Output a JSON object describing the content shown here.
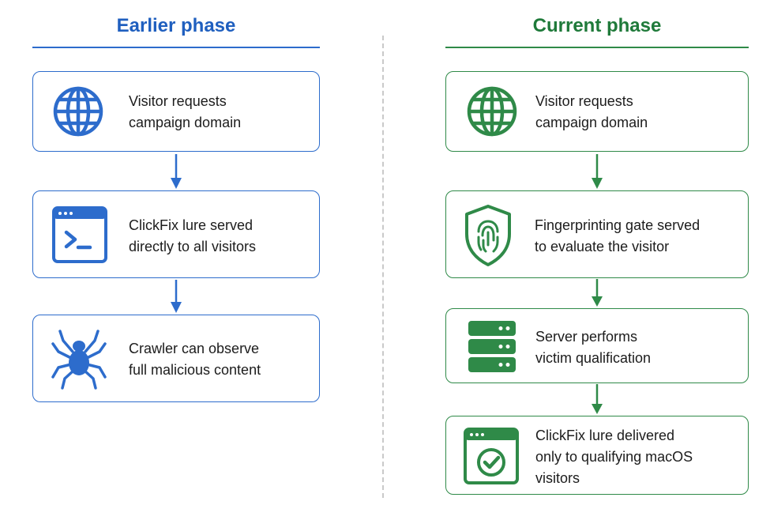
{
  "colors": {
    "earlier_accent": "#1f5fbf",
    "current_accent": "#1f7a3a",
    "divider": "#c9c9c9"
  },
  "earlier": {
    "title": "Earlier phase",
    "steps": [
      {
        "icon": "globe-icon",
        "line1": "Visitor requests",
        "line2": "campaign domain"
      },
      {
        "icon": "terminal-window-icon",
        "line1": "ClickFix lure served",
        "line2": "directly to all visitors"
      },
      {
        "icon": "spider-icon",
        "line1": "Crawler can observe",
        "line2": "full malicious content"
      }
    ]
  },
  "current": {
    "title": "Current phase",
    "steps": [
      {
        "icon": "globe-icon",
        "line1": "Visitor requests",
        "line2": "campaign domain"
      },
      {
        "icon": "fingerprint-shield-icon",
        "line1": "Fingerprinting gate served",
        "line2": "to evaluate the visitor"
      },
      {
        "icon": "server-stack-icon",
        "line1": "Server performs",
        "line2": "victim qualification"
      },
      {
        "icon": "checkmark-window-icon",
        "line1": "ClickFix lure delivered",
        "line2": "only to qualifying macOS",
        "line3": "visitors"
      }
    ]
  }
}
